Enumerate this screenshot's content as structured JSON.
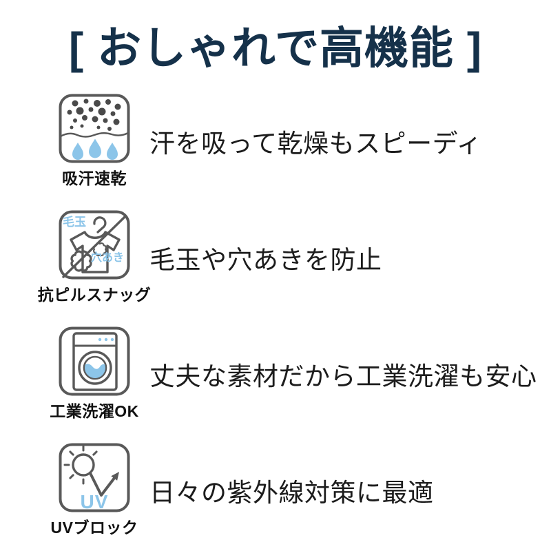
{
  "page": {
    "background": "#ffffff",
    "title_color": "#15314a",
    "icon_line_color": "#595959",
    "accent_blue": "#8cc5e9",
    "body_text_color": "#1c1c1c"
  },
  "title": "[ おしゃれで高機能 ]",
  "features": [
    {
      "icon": "sweat-absorb-quick-dry-icon",
      "caption": "吸汗速乾",
      "description": "汗を吸って乾燥もスピーディ",
      "icon_labels": []
    },
    {
      "icon": "anti-pilling-snag-icon",
      "caption": "抗ピルスナッグ",
      "description": "毛玉や穴あきを防止",
      "icon_labels": [
        "毛玉",
        "穴あき"
      ]
    },
    {
      "icon": "industrial-washing-machine-icon",
      "caption": "工業洗濯OK",
      "description": "丈夫な素材だから工業洗濯も安心",
      "icon_labels": []
    },
    {
      "icon": "uv-block-sun-icon",
      "caption": "UVブロック",
      "description": "日々の紫外線対策に最適",
      "icon_labels": [
        "UV"
      ]
    }
  ]
}
